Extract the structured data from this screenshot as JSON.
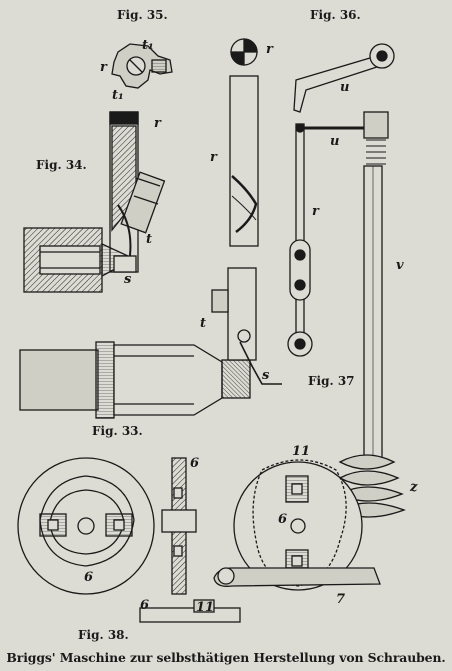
{
  "figures": {
    "fig35": "Fig. 35.",
    "fig36": "Fig. 36.",
    "fig34": "Fig. 34.",
    "fig33": "Fig. 33.",
    "fig37": "Fig. 37",
    "fig38": "Fig. 38."
  },
  "letters": {
    "t1_top": "t₁",
    "r_fig35": "r",
    "t1_bottom": "t₁",
    "r_fig36_top": "r",
    "u_fig37_top": "u",
    "r_fig34": "r",
    "u_fig37_mid": "u",
    "r_fig36_mid": "r",
    "r_fig37": "r",
    "t_fig34": "t",
    "v": "v",
    "s_fig34": "s",
    "t_fig33": "t",
    "s_fig33": "s",
    "six_slot": "6",
    "eleven_top": "11",
    "z": "z",
    "six_disc": "6",
    "six_wheel": "6",
    "seven": "7",
    "six_bar": "6",
    "eleven_bar": "11"
  },
  "caption": "Briggs' Maschine zur selbsthätigen Herstellung von Schrauben."
}
